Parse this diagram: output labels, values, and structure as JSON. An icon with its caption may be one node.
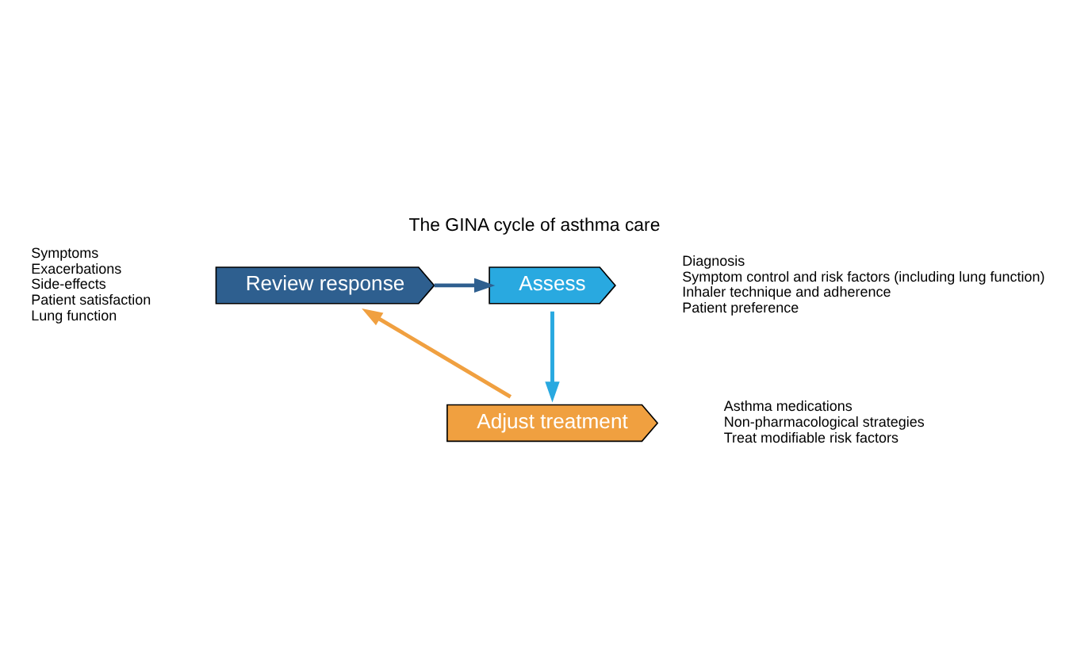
{
  "diagram": {
    "title": "The GINA cycle of asthma care",
    "nodes": [
      {
        "text": [
          "Review response"
        ],
        "beside": [
          "Symptoms",
          "Exacerbations",
          "Side-effects",
          "Patient satisfaction",
          "Lung function"
        ]
      },
      {
        "text": [
          "Assess"
        ],
        "beside": [
          "Diagnosis",
          "Symptom control and risk factors (including lung function)",
          "Inhaler technique and adherence",
          "Patient preference"
        ]
      },
      {
        "text": [
          "Adjust treatment"
        ],
        "beside": [
          "Asthma medications",
          "Non-pharmacological strategies",
          "Treat modifiable risk factors"
        ]
      }
    ],
    "edges": [
      {
        "from": 0,
        "to": 1,
        "arrow": "to",
        "color": "#2e5f8f"
      },
      {
        "from": 1,
        "to": 2,
        "arrow": "to",
        "color": "#29a9e0"
      },
      {
        "from": 2,
        "to": 0,
        "arrow": "to",
        "color": "#f0a040"
      }
    ]
  }
}
